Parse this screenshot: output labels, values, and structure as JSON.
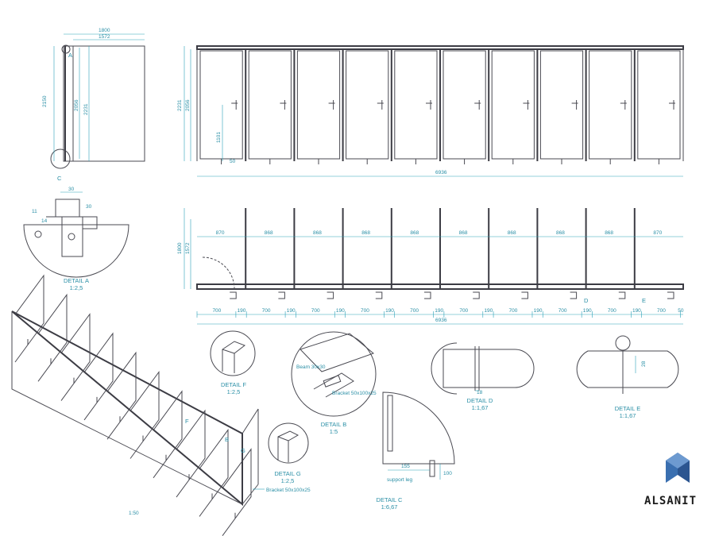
{
  "front_elevation": {
    "dims": [
      "6936",
      "2231",
      "2056",
      "1101",
      "50"
    ]
  },
  "side_elevation": {
    "dims": [
      "1800",
      "1572",
      "2150",
      "2056",
      "2231"
    ],
    "callouts": [
      "A",
      "C"
    ]
  },
  "plan": {
    "depth_dims": [
      "1800",
      "1572"
    ],
    "upper_widths": [
      "870",
      "868",
      "868",
      "868",
      "868",
      "868",
      "868",
      "868",
      "868",
      "870"
    ],
    "lower_widths": [
      "700",
      "190",
      "700",
      "190",
      "700",
      "190",
      "700",
      "190",
      "700",
      "190",
      "700",
      "190",
      "700",
      "190",
      "700",
      "190",
      "700",
      "190",
      "700",
      "50"
    ],
    "total": "6936",
    "callouts": [
      "D",
      "E"
    ]
  },
  "details": {
    "a": {
      "title": "DETAIL  A",
      "scale": "1:2,5",
      "dims": [
        "30",
        "11",
        "14",
        "30"
      ]
    },
    "b": {
      "title": "DETAIL  B",
      "scale": "1:5",
      "beam": "Beam 30x30",
      "bracket": "Bracket 50x100x25"
    },
    "c": {
      "title": "DETAIL  C",
      "scale": "1:6,67",
      "dims": [
        "155",
        "100"
      ],
      "support": "support leg"
    },
    "d": {
      "title": "DETAIL  D",
      "scale": "1:1,67",
      "dims": [
        "18"
      ]
    },
    "e": {
      "title": "DETAIL  E",
      "scale": "1:1,67",
      "dims": [
        "28"
      ]
    },
    "f": {
      "title": "DETAIL  F",
      "scale": "1:2,5"
    },
    "g": {
      "title": "DETAIL  G",
      "scale": "1:2,5",
      "bracket": "Bracket 50x100x25"
    }
  },
  "iso": {
    "callouts": [
      "F",
      "B",
      "G"
    ],
    "scale": "1:50"
  },
  "brand": {
    "name": "ALSANIT",
    "color": "#3a6fb0"
  }
}
